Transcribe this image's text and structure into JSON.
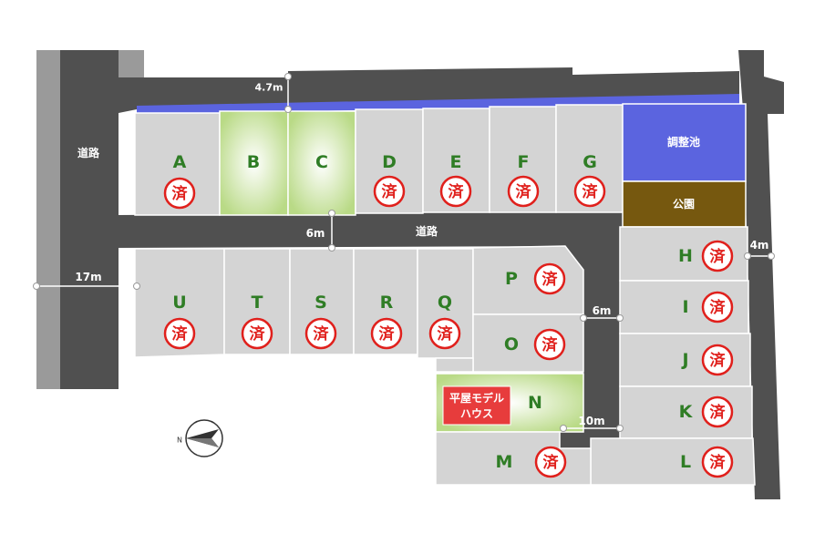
{
  "roads": {
    "west_label": "道路",
    "middle_label": "道路"
  },
  "dimensions": {
    "north_road_width": "4.7m",
    "middle_road_width": "6m",
    "west_road_width": "17m",
    "east_road_width": "4m",
    "spur_road_width": "6m",
    "spur_south_width": "10m"
  },
  "facilities": {
    "pond": "調整池",
    "park": "公園"
  },
  "model_house": {
    "label_line1": "平屋モデル",
    "label_line2": "ハウス"
  },
  "sold_mark": "済",
  "lots": [
    {
      "id": "A",
      "sold": true
    },
    {
      "id": "B",
      "sold": false
    },
    {
      "id": "C",
      "sold": false
    },
    {
      "id": "D",
      "sold": true
    },
    {
      "id": "E",
      "sold": true
    },
    {
      "id": "F",
      "sold": true
    },
    {
      "id": "G",
      "sold": true
    },
    {
      "id": "H",
      "sold": true
    },
    {
      "id": "I",
      "sold": true
    },
    {
      "id": "J",
      "sold": true
    },
    {
      "id": "K",
      "sold": true
    },
    {
      "id": "L",
      "sold": true
    },
    {
      "id": "M",
      "sold": true
    },
    {
      "id": "N",
      "sold": false
    },
    {
      "id": "O",
      "sold": true
    },
    {
      "id": "P",
      "sold": true
    },
    {
      "id": "Q",
      "sold": true
    },
    {
      "id": "R",
      "sold": true
    },
    {
      "id": "S",
      "sold": true
    },
    {
      "id": "T",
      "sold": true
    },
    {
      "id": "U",
      "sold": true
    }
  ],
  "colors": {
    "road": "#505050",
    "lot": "#d4d4d4",
    "highlight": "#c6e29a",
    "pond": "#5b64df",
    "park": "#76580f",
    "lot_label": "#2f7d25",
    "sold": "#e0201c",
    "model_tag": "#e73c3c"
  },
  "compass": {
    "letter": "N"
  }
}
